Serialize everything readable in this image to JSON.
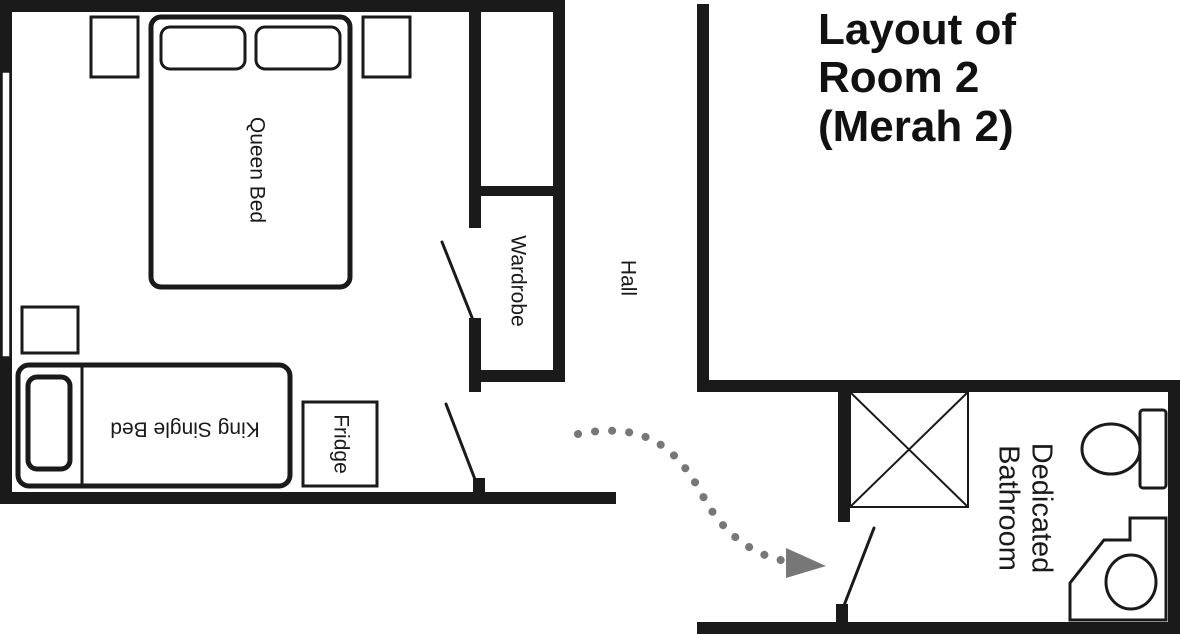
{
  "title": {
    "line1": "Layout of",
    "line2": "Room 2",
    "line3": "(Merah 2)"
  },
  "labels": {
    "queen_bed": "Queen Bed",
    "king_single_bed": "King Single Bed",
    "wardrobe": "Wardrobe",
    "hall": "Hall",
    "fridge": "Fridge",
    "bathroom_line1": "Dedicated",
    "bathroom_line2": "Bathroom"
  },
  "colors": {
    "walls": "#1a1a1a",
    "arrow": "#777777"
  }
}
